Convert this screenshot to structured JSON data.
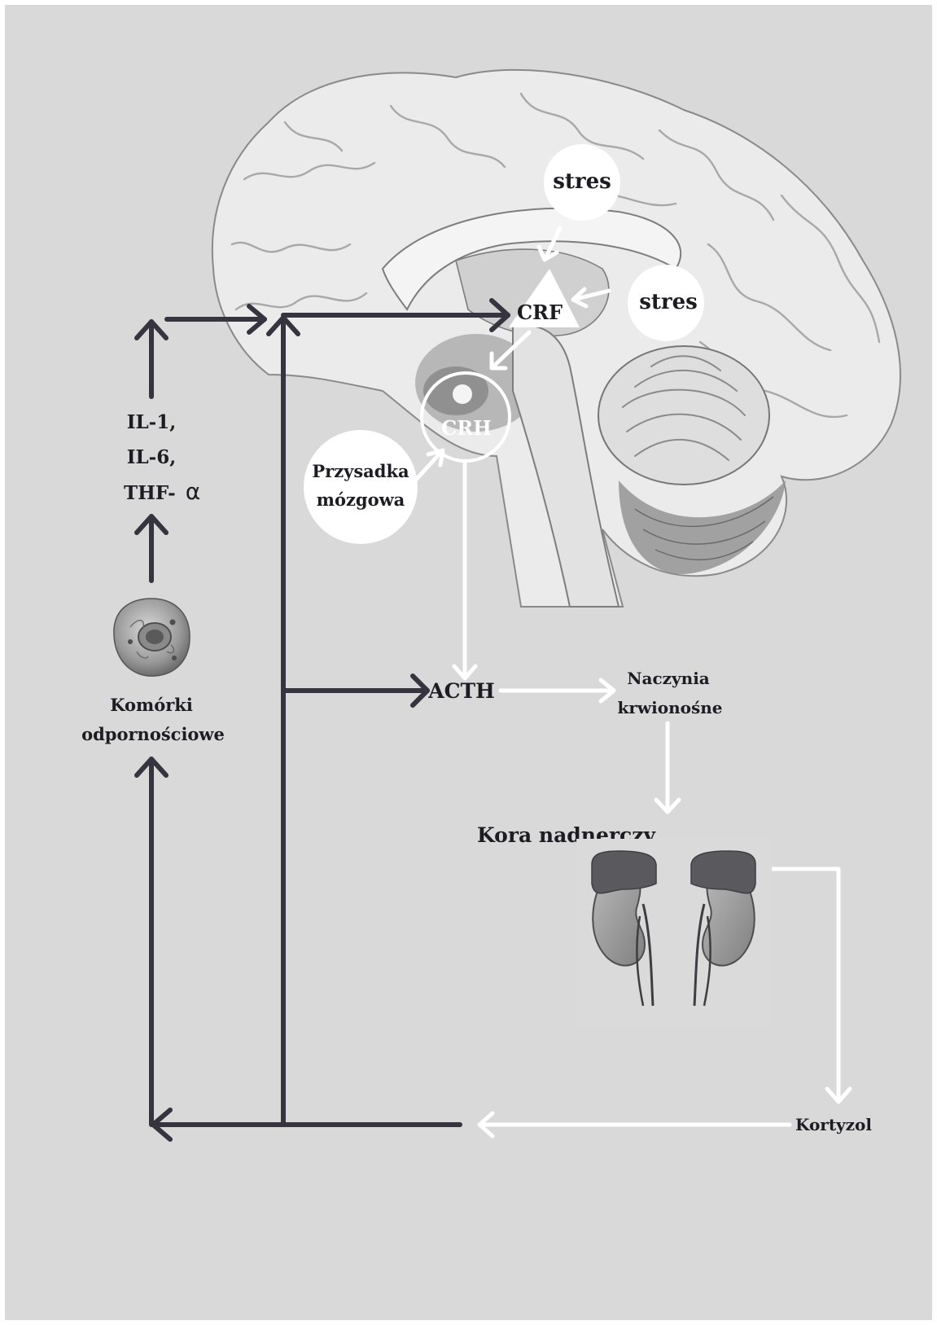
{
  "colors": {
    "background": "#d9d9d9",
    "dark_arrow": "#35343f",
    "light_arrow": "#ffffff",
    "brain_fill": "#ebebeb",
    "text": "#1c1c22"
  },
  "labels": {
    "stres_top": "stres",
    "stres_right": "stres",
    "crf": "CRF",
    "crh": "CRH",
    "pituitary_line1": "Przysadka",
    "pituitary_line2": "mózgowa",
    "il1": "IL-1,",
    "il6": "IL-6,",
    "thf_text": "THF-",
    "thf_alpha": "α",
    "immune_line1": "Komórki",
    "immune_line2": "odpornościowe",
    "acth": "ACTH",
    "vessels_line1": "Naczynia",
    "vessels_line2": "krwionośne",
    "adrenal_cortex": "Kora nadnerczy",
    "cortisol": "Kortyzol"
  },
  "icons": {
    "brain": "brain-sagittal-illustration",
    "immune_cell": "cell-icon",
    "kidneys": "kidneys-adrenal-icon"
  }
}
